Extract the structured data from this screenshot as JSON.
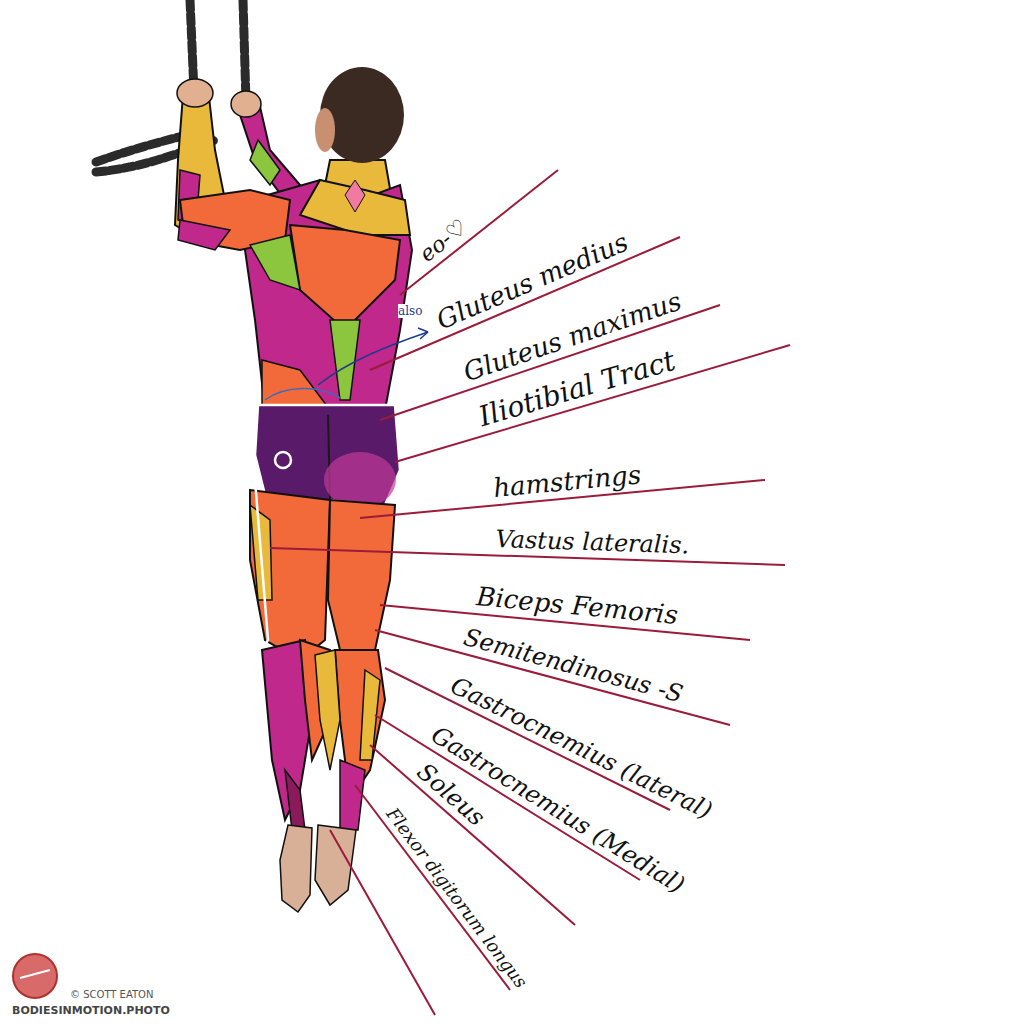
{
  "diagram": {
    "labels": [
      "eo-♡",
      "also",
      "Gluteus medius",
      "Gluteus maximus",
      "Iliotibial Tract",
      "hamstrings",
      "Vastus lateralis.",
      "Biceps Femoris",
      "Semitendinosus -S",
      "Gastrocnemius (lateral)",
      "Gastrocnemius (Medial)",
      "Soleus",
      "Flexor digitorum longus",
      "© SCOTT EATON",
      "BODIESINMOTION.PHOTO"
    ]
  }
}
